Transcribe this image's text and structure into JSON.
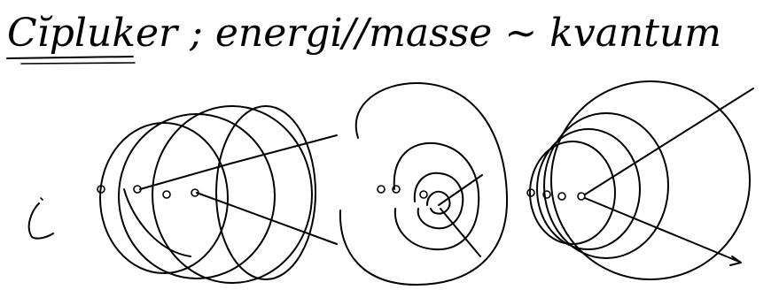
{
  "note": {
    "heading": "Cĭpluker ; energi//masse ~ kvantum",
    "ink_color": "#000000",
    "paper_color": "#ffffff"
  },
  "figures": [
    {
      "name": "offset-orbit-cluster-left"
    },
    {
      "name": "spiral-orbit-center"
    },
    {
      "name": "offset-orbit-cluster-right"
    }
  ]
}
